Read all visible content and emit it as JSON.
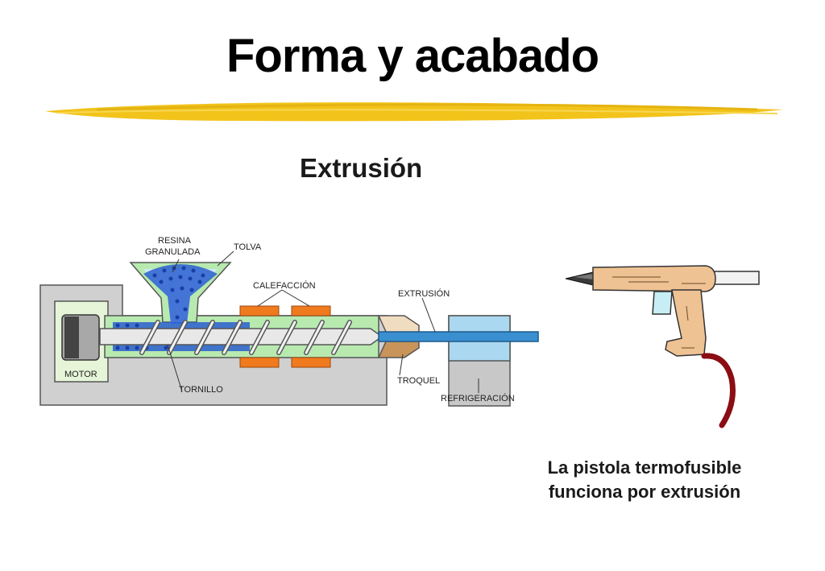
{
  "slide": {
    "title": "Forma y acabado",
    "subtitle": "Extrusión",
    "caption_line1": "La pistola termofusible",
    "caption_line2": "funciona por extrusión"
  },
  "diagram": {
    "labels": {
      "resina_line1": "RESINA",
      "resina_line2": "GRANULADA",
      "tolva": "TOLVA",
      "calefaccion": "CALEFACCIÓN",
      "extrusion": "EXTRUSIÓN",
      "motor": "MOTOR",
      "tornillo": "TORNILLO",
      "troquel": "TROQUEL",
      "refrigeracion": "REFRIGERACIÓN"
    }
  },
  "colors": {
    "brush_stroke": "#f2c31a",
    "machine_body": "#d0d0d0",
    "barrel": "#b8eab0",
    "resin": "#2a5fd0",
    "heater": "#f07a1e",
    "extrudate": "#3a8fd0",
    "cooling_water": "#aad8f0",
    "die": "#c8945a",
    "gun_body": "#efc293",
    "glue_stick": "#8a0e14"
  }
}
